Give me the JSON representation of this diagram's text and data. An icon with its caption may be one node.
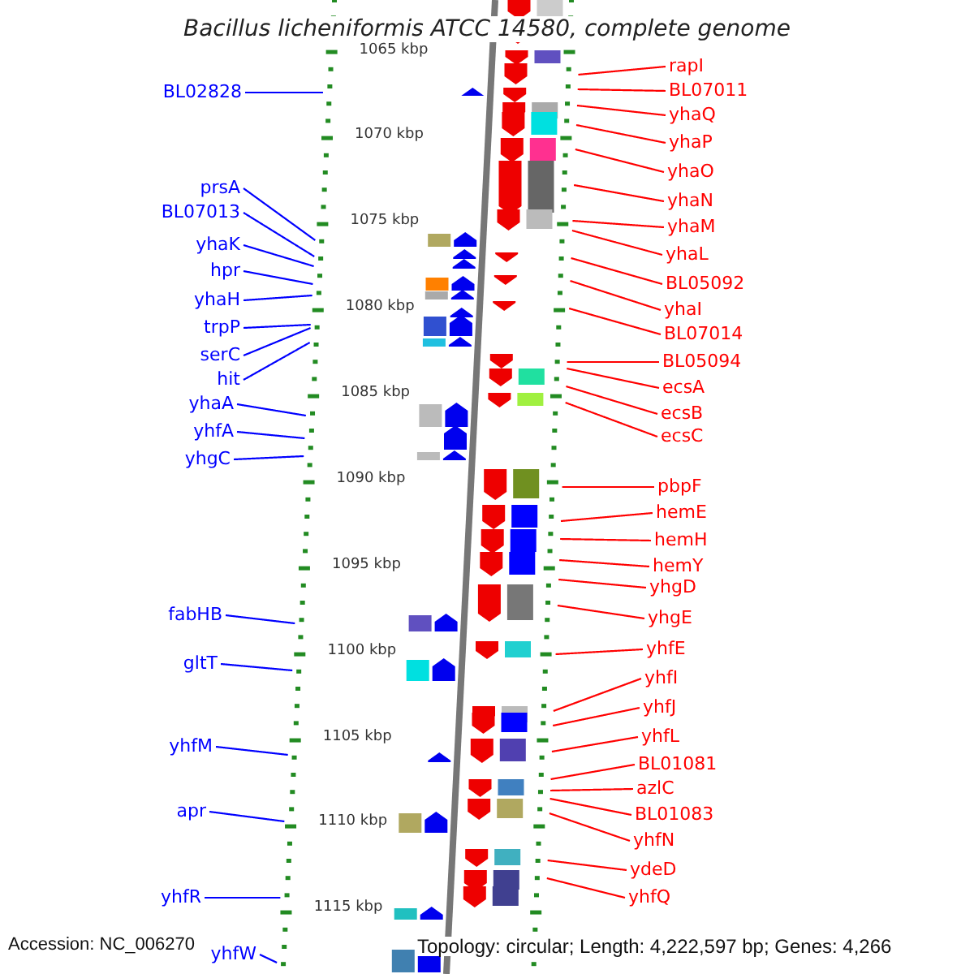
{
  "diagram": {
    "title": "Bacillus licheniformis ATCC 14580, complete genome",
    "nodes": [
      {
        "text": [
          "BL02828"
        ]
      },
      {
        "text": [
          "prsA"
        ]
      },
      {
        "text": [
          "BL07013"
        ]
      },
      {
        "text": [
          "yhaK"
        ]
      },
      {
        "text": [
          "hpr"
        ]
      },
      {
        "text": [
          "yhaH"
        ]
      },
      {
        "text": [
          "trpP"
        ]
      },
      {
        "text": [
          "serC"
        ]
      },
      {
        "text": [
          "hit"
        ]
      },
      {
        "text": [
          "yhaA"
        ]
      },
      {
        "text": [
          "yhfA"
        ]
      },
      {
        "text": [
          "yhgC"
        ]
      },
      {
        "text": [
          "fabHB"
        ]
      },
      {
        "text": [
          "gltT"
        ]
      },
      {
        "text": [
          "yhfM"
        ]
      },
      {
        "text": [
          "apr"
        ]
      },
      {
        "text": [
          "yhfR"
        ]
      },
      {
        "text": [
          "yhfW"
        ]
      },
      {
        "text": [
          "rapI"
        ]
      },
      {
        "text": [
          "BL07011"
        ]
      },
      {
        "text": [
          "yhaQ"
        ]
      },
      {
        "text": [
          "yhaP"
        ]
      },
      {
        "text": [
          "yhaO"
        ]
      },
      {
        "text": [
          "yhaN"
        ]
      },
      {
        "text": [
          "yhaM"
        ]
      },
      {
        "text": [
          "yhaL"
        ]
      },
      {
        "text": [
          "BL05092"
        ]
      },
      {
        "text": [
          "yhaI"
        ]
      },
      {
        "text": [
          "BL07014"
        ]
      },
      {
        "text": [
          "BL05094"
        ]
      },
      {
        "text": [
          "ecsA"
        ]
      },
      {
        "text": [
          "ecsB"
        ]
      },
      {
        "text": [
          "ecsC"
        ]
      },
      {
        "text": [
          "pbpF"
        ]
      },
      {
        "text": [
          "hemE"
        ]
      },
      {
        "text": [
          "hemH"
        ]
      },
      {
        "text": [
          "hemY"
        ]
      },
      {
        "text": [
          "yhgD"
        ]
      },
      {
        "text": [
          "yhgE"
        ]
      },
      {
        "text": [
          "yhfE"
        ]
      },
      {
        "text": [
          "yhfI"
        ]
      },
      {
        "text": [
          "yhfJ"
        ]
      },
      {
        "text": [
          "yhfL"
        ]
      },
      {
        "text": [
          "BL01081"
        ]
      },
      {
        "text": [
          "azlC"
        ]
      },
      {
        "text": [
          "BL01083"
        ]
      },
      {
        "text": [
          "yhfN"
        ]
      },
      {
        "text": [
          "ydeD"
        ]
      },
      {
        "text": [
          "yhfQ"
        ]
      }
    ],
    "edges": [
      {
        "from": 0,
        "to": null,
        "arrow": "none",
        "color": "#0000ff"
      },
      {
        "from": 1,
        "to": null,
        "arrow": "none",
        "color": "#0000ff"
      },
      {
        "from": 2,
        "to": null,
        "arrow": "none",
        "color": "#0000ff"
      },
      {
        "from": 3,
        "to": null,
        "arrow": "none",
        "color": "#0000ff"
      },
      {
        "from": 4,
        "to": null,
        "arrow": "none",
        "color": "#0000ff"
      },
      {
        "from": 5,
        "to": null,
        "arrow": "none",
        "color": "#0000ff"
      },
      {
        "from": 6,
        "to": null,
        "arrow": "none",
        "color": "#0000ff"
      },
      {
        "from": 7,
        "to": null,
        "arrow": "none",
        "color": "#0000ff"
      },
      {
        "from": 8,
        "to": null,
        "arrow": "none",
        "color": "#0000ff"
      },
      {
        "from": 9,
        "to": null,
        "arrow": "none",
        "color": "#0000ff"
      },
      {
        "from": 10,
        "to": null,
        "arrow": "none",
        "color": "#0000ff"
      },
      {
        "from": 11,
        "to": null,
        "arrow": "none",
        "color": "#0000ff"
      },
      {
        "from": 12,
        "to": null,
        "arrow": "none",
        "color": "#0000ff"
      },
      {
        "from": 13,
        "to": null,
        "arrow": "none",
        "color": "#0000ff"
      },
      {
        "from": 14,
        "to": null,
        "arrow": "none",
        "color": "#0000ff"
      },
      {
        "from": 15,
        "to": null,
        "arrow": "none",
        "color": "#0000ff"
      },
      {
        "from": 16,
        "to": null,
        "arrow": "none",
        "color": "#0000ff"
      },
      {
        "from": 17,
        "to": null,
        "arrow": "none",
        "color": "#0000ff"
      },
      {
        "from": 18,
        "to": null,
        "arrow": "none"
      },
      {
        "from": 19,
        "to": null,
        "arrow": "none"
      },
      {
        "from": 20,
        "to": null,
        "arrow": "none"
      },
      {
        "from": 21,
        "to": null,
        "arrow": "none"
      },
      {
        "from": 22,
        "to": null,
        "arrow": "none"
      },
      {
        "from": 23,
        "to": null,
        "arrow": "none"
      },
      {
        "from": 24,
        "to": null,
        "arrow": "none"
      },
      {
        "from": 25,
        "to": null,
        "arrow": "none"
      },
      {
        "from": 26,
        "to": null,
        "arrow": "none"
      },
      {
        "from": 27,
        "to": null,
        "arrow": "none"
      },
      {
        "from": 28,
        "to": null,
        "arrow": "none"
      },
      {
        "from": 29,
        "to": null,
        "arrow": "none"
      },
      {
        "from": 30,
        "to": null,
        "arrow": "none"
      },
      {
        "from": 31,
        "to": null,
        "arrow": "none"
      },
      {
        "from": 32,
        "to": null,
        "arrow": "none"
      },
      {
        "from": 33,
        "to": null,
        "arrow": "none"
      },
      {
        "from": 34,
        "to": null,
        "arrow": "none"
      },
      {
        "from": 35,
        "to": null,
        "arrow": "none"
      },
      {
        "from": 36,
        "to": null,
        "arrow": "none"
      },
      {
        "from": 37,
        "to": null,
        "arrow": "none"
      },
      {
        "from": 38,
        "to": null,
        "arrow": "none"
      },
      {
        "from": 39,
        "to": null,
        "arrow": "none"
      },
      {
        "from": 40,
        "to": null,
        "arrow": "none"
      },
      {
        "from": 41,
        "to": null,
        "arrow": "none"
      },
      {
        "from": 42,
        "to": null,
        "arrow": "none"
      },
      {
        "from": 43,
        "to": null,
        "arrow": "none"
      },
      {
        "from": 44,
        "to": null,
        "arrow": "none"
      },
      {
        "from": 45,
        "to": null,
        "arrow": "none"
      },
      {
        "from": 46,
        "to": null,
        "arrow": "none"
      },
      {
        "from": 47,
        "to": null,
        "arrow": "none"
      },
      {
        "from": 48,
        "to": null,
        "arrow": "none"
      }
    ],
    "labels": [
      "1065 kbp",
      "1070 kbp",
      "1075 kbp",
      "1080 kbp",
      "1085 kbp",
      "1090 kbp",
      "1095 kbp",
      "1100 kbp",
      "1105 kbp",
      "1110 kbp",
      "1115 kbp",
      "Accession: NC_006270",
      "Topology: circular; Length: 4,222,597 bp; Genes: 4,266"
    ]
  }
}
